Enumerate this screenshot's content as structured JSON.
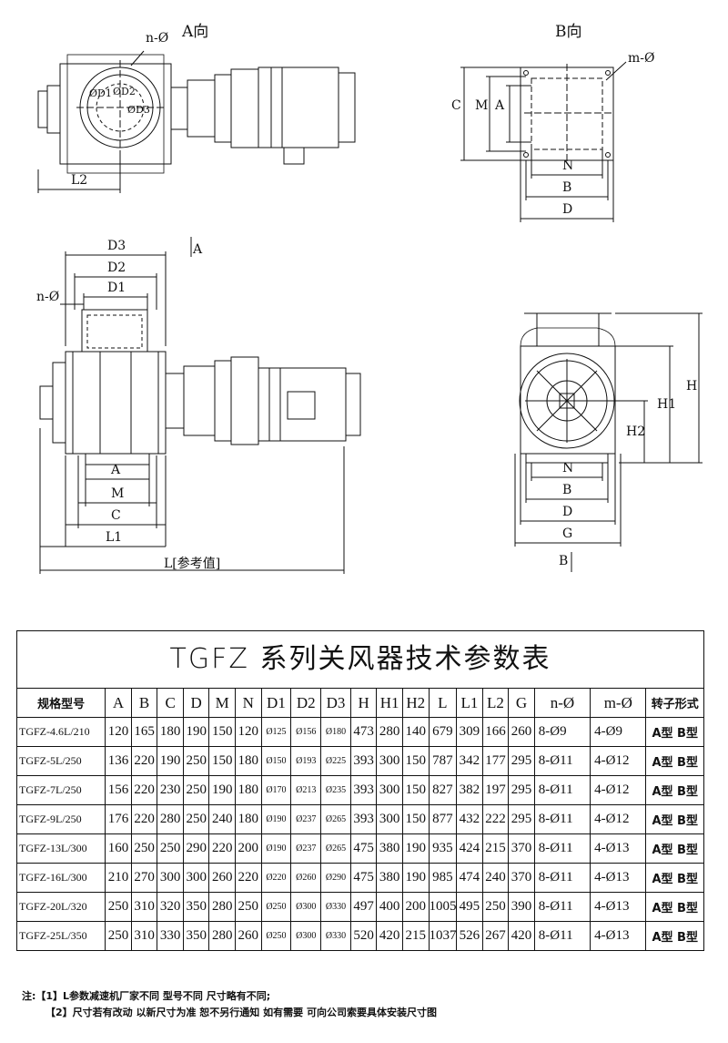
{
  "views": {
    "a_view": "A向",
    "b_view": "B向",
    "a_arrow": "A",
    "b_arrow": "B"
  },
  "dims": {
    "n_phi": "n-Ø",
    "m_phi": "m-Ø",
    "d1": "ØD1",
    "d2": "ØD2",
    "d3": "ØD3",
    "L2": "L2",
    "C": "C",
    "M": "M",
    "A": "A",
    "N": "N",
    "B": "B",
    "D": "D",
    "D3": "D3",
    "D2": "D2",
    "D1": "D1",
    "L1": "L1",
    "L": "L[参考值]",
    "H": "H",
    "H1": "H1",
    "H2": "H2",
    "G": "G"
  },
  "table": {
    "title": "TGFZ 系列关风器技术参数表",
    "headers": [
      "规格型号",
      "A",
      "B",
      "C",
      "D",
      "M",
      "N",
      "D1",
      "D2",
      "D3",
      "H",
      "H1",
      "H2",
      "L",
      "L1",
      "L2",
      "G",
      "n-Ø",
      "m-Ø",
      "转子形式"
    ],
    "rows": [
      [
        "TGFZ-4.6L/210",
        "120",
        "165",
        "180",
        "190",
        "150",
        "120",
        "Ø125",
        "Ø156",
        "Ø180",
        "473",
        "280",
        "140",
        "679",
        "309",
        "166",
        "260",
        "8-Ø9",
        "4-Ø9",
        "A型 B型"
      ],
      [
        "TGFZ-5L/250",
        "136",
        "220",
        "190",
        "250",
        "150",
        "180",
        "Ø150",
        "Ø193",
        "Ø225",
        "393",
        "300",
        "150",
        "787",
        "342",
        "177",
        "295",
        "8-Ø11",
        "4-Ø12",
        "A型 B型"
      ],
      [
        "TGFZ-7L/250",
        "156",
        "220",
        "230",
        "250",
        "190",
        "180",
        "Ø170",
        "Ø213",
        "Ø235",
        "393",
        "300",
        "150",
        "827",
        "382",
        "197",
        "295",
        "8-Ø11",
        "4-Ø12",
        "A型 B型"
      ],
      [
        "TGFZ-9L/250",
        "176",
        "220",
        "280",
        "250",
        "240",
        "180",
        "Ø190",
        "Ø237",
        "Ø265",
        "393",
        "300",
        "150",
        "877",
        "432",
        "222",
        "295",
        "8-Ø11",
        "4-Ø12",
        "A型 B型"
      ],
      [
        "TGFZ-13L/300",
        "160",
        "250",
        "250",
        "290",
        "220",
        "200",
        "Ø190",
        "Ø237",
        "Ø265",
        "475",
        "380",
        "190",
        "935",
        "424",
        "215",
        "370",
        "8-Ø11",
        "4-Ø13",
        "A型 B型"
      ],
      [
        "TGFZ-16L/300",
        "210",
        "270",
        "300",
        "300",
        "260",
        "220",
        "Ø220",
        "Ø260",
        "Ø290",
        "475",
        "380",
        "190",
        "985",
        "474",
        "240",
        "370",
        "8-Ø11",
        "4-Ø13",
        "A型 B型"
      ],
      [
        "TGFZ-20L/320",
        "250",
        "310",
        "320",
        "350",
        "280",
        "250",
        "Ø250",
        "Ø300",
        "Ø330",
        "497",
        "400",
        "200",
        "1005",
        "495",
        "250",
        "390",
        "8-Ø11",
        "4-Ø13",
        "A型 B型"
      ],
      [
        "TGFZ-25L/350",
        "250",
        "310",
        "330",
        "350",
        "280",
        "260",
        "Ø250",
        "Ø300",
        "Ø330",
        "520",
        "420",
        "215",
        "1037",
        "526",
        "267",
        "420",
        "8-Ø11",
        "4-Ø13",
        "A型 B型"
      ]
    ]
  },
  "notes": {
    "line1": "注:【1】L参数减速机厂家不同  型号不同  尺寸略有不同;",
    "line2": "【2】尺寸若有改动  以新尺寸为准  恕不另行通知  如有需要  可向公司索要具体安装尺寸图"
  }
}
